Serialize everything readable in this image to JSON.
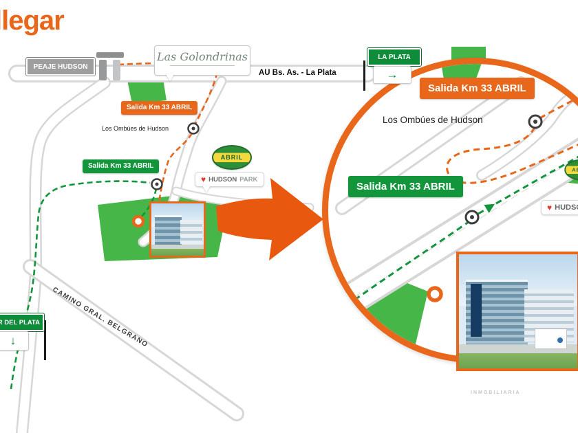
{
  "title": "llegar",
  "labels": {
    "highway": "AU Bs. As. - La Plata",
    "ombues": "Los Ombúes de Hudson",
    "camino": "CAMINO GRAL. BELGRANO",
    "watermark": "INMOBILIARIA"
  },
  "signs": {
    "peaje": "PEAJE HUDSON",
    "golondrinas": "Las Golondrinas",
    "la_plata": "LA PLATA",
    "mar_del_plata": "MAR DEL PLATA",
    "abril": "ABRIL",
    "hudson_park_word1": "HUDSON",
    "hudson_park_word2": "PARK"
  },
  "badges": {
    "salida_orange": "Salida Km 33 ABRIL",
    "salida_green": "Salida Km 33 ABRIL"
  },
  "icons": {
    "arrow_right": "→",
    "arrow_down": "↓",
    "heart": "♥"
  },
  "colors": {
    "orange": "#E8671B",
    "green": "#12953B",
    "patch_green": "#47B649"
  }
}
